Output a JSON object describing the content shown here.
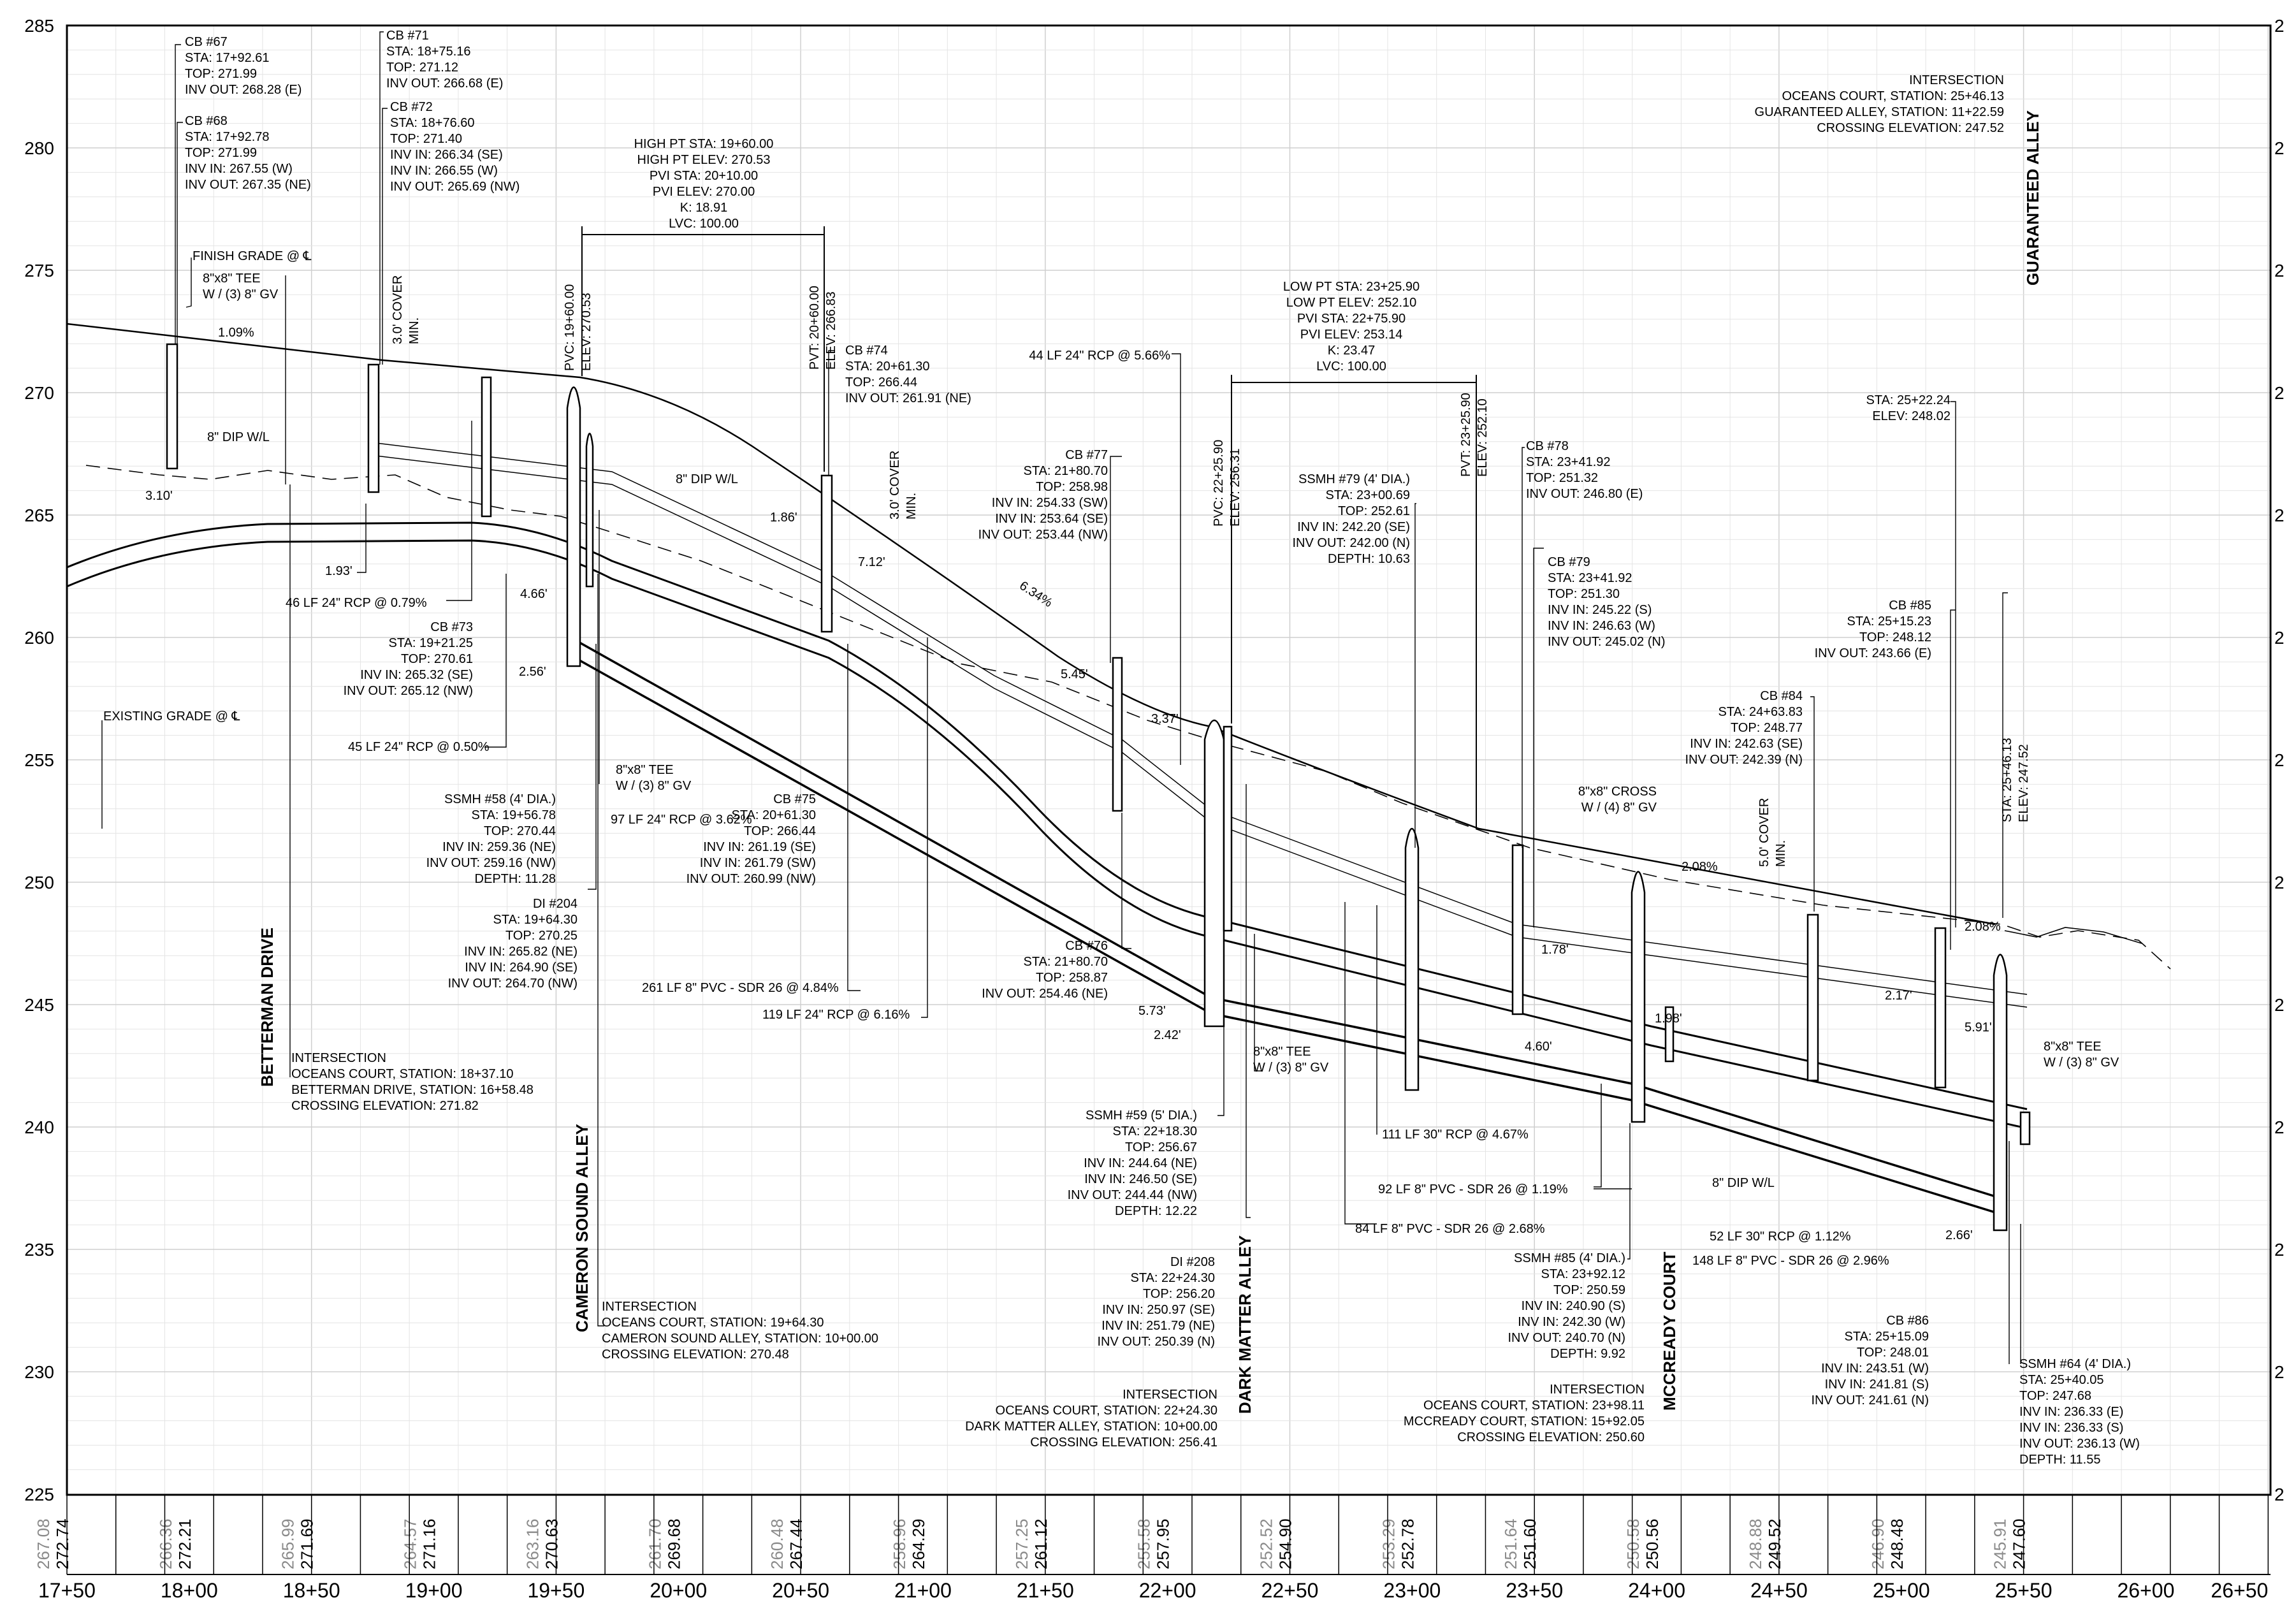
{
  "y_axis": {
    "labels": [
      "285",
      "280",
      "275",
      "270",
      "265",
      "260",
      "255",
      "250",
      "245",
      "240",
      "235",
      "230",
      "225"
    ],
    "right_labels": [
      "2",
      "2",
      "2",
      "2",
      "2",
      "2",
      "2",
      "2",
      "2",
      "2",
      "2",
      "2",
      "2"
    ]
  },
  "x_axis": {
    "labels": [
      "17+50",
      "18+00",
      "18+50",
      "19+00",
      "19+50",
      "20+00",
      "20+50",
      "21+00",
      "21+50",
      "22+00",
      "22+50",
      "23+00",
      "23+50",
      "24+00",
      "24+50",
      "25+00",
      "25+50",
      "26+00",
      "26+50"
    ]
  },
  "grade_readouts": [
    {
      "existing": "267.08",
      "proposed": "272.74"
    },
    {
      "existing": "266.36",
      "proposed": "272.21"
    },
    {
      "existing": "265.99",
      "proposed": "271.69"
    },
    {
      "existing": "264.57",
      "proposed": "271.16"
    },
    {
      "existing": "263.16",
      "proposed": "270.63"
    },
    {
      "existing": "261.70",
      "proposed": "269.68"
    },
    {
      "existing": "260.48",
      "proposed": "267.44"
    },
    {
      "existing": "258.96",
      "proposed": "264.29"
    },
    {
      "existing": "257.25",
      "proposed": "261.12"
    },
    {
      "existing": "255.58",
      "proposed": "257.95"
    },
    {
      "existing": "252.52",
      "proposed": "254.90"
    },
    {
      "existing": "253.29",
      "proposed": "252.78"
    },
    {
      "existing": "251.64",
      "proposed": "251.60"
    },
    {
      "existing": "250.58",
      "proposed": "250.56"
    },
    {
      "existing": "248.88",
      "proposed": "249.52"
    },
    {
      "existing": "246.90",
      "proposed": "248.48"
    },
    {
      "existing": "245.91",
      "proposed": "247.60"
    }
  ],
  "street_names": {
    "betterman": "BETTERMAN DRIVE",
    "cameron": "CAMERON SOUND ALLEY",
    "dark_matter": "DARK MATTER ALLEY",
    "mccready": "MCCREADY COURT",
    "guaranteed": "GUARANTEED ALLEY"
  },
  "annotations": {
    "cb67": [
      "CB #67",
      "STA: 17+92.61",
      "TOP: 271.99",
      "INV OUT: 268.28 (E)"
    ],
    "cb68": [
      "CB #68",
      "STA: 17+92.78",
      "TOP: 271.99",
      "INV IN: 267.55 (W)",
      "INV OUT: 267.35 (NE)"
    ],
    "cb71": [
      "CB #71",
      "STA: 18+75.16",
      "TOP: 271.12",
      "INV OUT: 266.68 (E)"
    ],
    "cb72": [
      "CB #72",
      "STA: 18+76.60",
      "TOP: 271.40",
      "INV IN: 266.34 (SE)",
      "INV IN: 266.55 (W)",
      "INV OUT: 265.69 (NW)"
    ],
    "finish_grade": [
      "FINISH GRADE @ ℄"
    ],
    "tee1": [
      "8\"x8\" TEE",
      "W / (3) 8\" GV"
    ],
    "pct109": [
      "1.09%"
    ],
    "dip1": [
      "8\" DIP W/L"
    ],
    "d310": [
      "3.10'"
    ],
    "d193": [
      "1.93'"
    ],
    "rcp46": [
      "46 LF 24\" RCP @ 0.79%"
    ],
    "cover1": [
      "3.0' COVER",
      "MIN."
    ],
    "existing_grade": [
      "EXISTING GRADE @ ℄"
    ],
    "cb73": [
      "CB #73",
      "STA: 19+21.25",
      "TOP: 270.61",
      "INV IN: 265.32 (SE)",
      "INV OUT: 265.12 (NW)"
    ],
    "rcp45": [
      "45 LF 24\" RCP @ 0.50%"
    ],
    "d466": [
      "4.66'"
    ],
    "d256": [
      "2.56'"
    ],
    "hp": [
      "HIGH PT STA: 19+60.00",
      "HIGH PT ELEV: 270.53",
      "PVI STA: 20+10.00",
      "PVI ELEV: 270.00",
      "K: 18.91",
      "LVC: 100.00"
    ],
    "pvc1": [
      "PVC: 19+60.00",
      "ELEV: 270.53"
    ],
    "pvt1": [
      "PVT: 20+60.00",
      "ELEV: 266.83"
    ],
    "cb74": [
      "CB #74",
      "STA: 20+61.30",
      "TOP: 266.44",
      "INV OUT: 261.91 (NE)"
    ],
    "rcp44": [
      "44 LF 24\" RCP @ 5.66%"
    ],
    "dip2": [
      "8\" DIP W/L"
    ],
    "d186": [
      "1.86'"
    ],
    "d712": [
      "7.12'"
    ],
    "cover2": [
      "3.0' COVER",
      "MIN."
    ],
    "pct634": [
      "6.34%"
    ],
    "tee2": [
      "8\"x8\" TEE",
      "W / (3) 8\" GV"
    ],
    "rcp97": [
      "97 LF 24\" RCP @ 3.62%"
    ],
    "ssmh58": [
      "SSMH #58 (4' DIA.)",
      "STA: 19+56.78",
      "TOP: 270.44",
      "INV IN: 259.36 (NE)",
      "INV OUT: 259.16 (NW)",
      "DEPTH: 11.28"
    ],
    "cb75": [
      "CB #75",
      "STA: 20+61.30",
      "TOP: 266.44",
      "INV IN: 261.19 (SE)",
      "INV IN: 261.79 (SW)",
      "INV OUT: 260.99 (NW)"
    ],
    "di204": [
      "DI #204",
      "STA: 19+64.30",
      "TOP: 270.25",
      "INV IN: 265.82 (NE)",
      "INV IN: 264.90 (SE)",
      "INV OUT: 264.70 (NW)"
    ],
    "pvc261": [
      "261 LF 8\" PVC - SDR 26 @ 4.84%"
    ],
    "rcp119": [
      "119 LF 24\" RCP @ 6.16%"
    ],
    "int_betterman": [
      "INTERSECTION",
      "OCEANS COURT, STATION: 18+37.10",
      "BETTERMAN DRIVE, STATION: 16+58.48",
      "CROSSING ELEVATION: 271.82"
    ],
    "int_cameron": [
      "INTERSECTION",
      "OCEANS COURT, STATION: 19+64.30",
      "CAMERON SOUND ALLEY, STATION: 10+00.00",
      "CROSSING ELEVATION: 270.48"
    ],
    "cb77": [
      "CB #77",
      "STA: 21+80.70",
      "TOP: 258.98",
      "INV IN: 254.33 (SW)",
      "INV IN: 253.64 (SE)",
      "INV OUT: 253.44 (NW)"
    ],
    "d545": [
      "5.45'"
    ],
    "d337": [
      "3.37'"
    ],
    "cb76": [
      "CB #76",
      "STA: 21+80.70",
      "TOP: 258.87",
      "INV OUT: 254.46 (NE)"
    ],
    "d573": [
      "5.73'"
    ],
    "d242": [
      "2.42'"
    ],
    "ssmh59": [
      "SSMH #59 (5' DIA.)",
      "STA: 22+18.30",
      "TOP: 256.67",
      "INV IN: 244.64 (NE)",
      "INV IN: 246.50 (SE)",
      "INV OUT: 244.44 (NW)",
      "DEPTH: 12.22"
    ],
    "di208": [
      "DI #208",
      "STA: 22+24.30",
      "TOP: 256.20",
      "INV IN: 250.97 (SE)",
      "INV IN: 251.79 (NE)",
      "INV OUT: 250.39 (N)"
    ],
    "int_dark": [
      "INTERSECTION",
      "OCEANS COURT, STATION: 22+24.30",
      "DARK MATTER ALLEY, STATION: 10+00.00",
      "CROSSING ELEVATION: 256.41"
    ],
    "pvc2": [
      "PVC: 22+25.90",
      "ELEV: 256.31"
    ],
    "lp": [
      "LOW PT STA: 23+25.90",
      "LOW PT ELEV: 252.10",
      "PVI STA: 22+75.90",
      "PVI ELEV: 253.14",
      "K: 23.47",
      "LVC: 100.00"
    ],
    "pvt2": [
      "PVT: 23+25.90",
      "ELEV: 252.10"
    ],
    "ssmh79": [
      "SSMH #79 (4' DIA.)",
      "STA: 23+00.69",
      "TOP: 252.61",
      "INV IN: 242.20 (SE)",
      "INV OUT: 242.00 (N)",
      "DEPTH: 10.63"
    ],
    "tee3": [
      "8\"x8\" TEE",
      "W / (3) 8\" GV"
    ],
    "rcp111": [
      "111 LF 30\" RCP @ 4.67%"
    ],
    "pvc92": [
      "92 LF 8\" PVC - SDR 26 @ 1.19%"
    ],
    "pvc84": [
      "84 LF 8\" PVC - SDR 26 @ 2.68%"
    ],
    "cb78": [
      "CB #78",
      "STA: 23+41.92",
      "TOP: 251.32",
      "INV OUT: 246.80 (E)"
    ],
    "cb79": [
      "CB #79",
      "STA: 23+41.92",
      "TOP: 251.30",
      "INV IN: 245.22 (S)",
      "INV IN: 246.63 (W)",
      "INV OUT: 245.02 (N)"
    ],
    "d178": [
      "1.78'"
    ],
    "d460": [
      "4.60'"
    ],
    "d198": [
      "1.98'"
    ],
    "cross": [
      "8\"x8\" CROSS",
      "W / (4) 8\" GV"
    ],
    "cb84": [
      "CB #84",
      "STA: 24+63.83",
      "TOP: 248.77",
      "INV IN: 242.63 (SE)",
      "INV OUT: 242.39 (N)"
    ],
    "cover3": [
      "5.0' COVER",
      "MIN."
    ],
    "pct208a": [
      "2.08%"
    ],
    "pct208b": [
      "2.08%"
    ],
    "ssmh85": [
      "SSMH #85 (4' DIA.)",
      "STA: 23+92.12",
      "TOP: 250.59",
      "INV IN: 240.90 (S)",
      "INV IN: 242.30 (W)",
      "INV OUT: 240.70 (N)",
      "DEPTH: 9.92"
    ],
    "int_mccready": [
      "INTERSECTION",
      "OCEANS COURT, STATION: 23+98.11",
      "MCCREADY COURT, STATION: 15+92.05",
      "CROSSING ELEVATION: 250.60"
    ],
    "dip3": [
      "8\" DIP W/L"
    ],
    "rcp52": [
      "52 LF 30\" RCP @ 1.12%"
    ],
    "pvc148": [
      "148 LF 8\" PVC - SDR 26 @ 2.96%"
    ],
    "d266": [
      "2.66'"
    ],
    "d217": [
      "2.17'"
    ],
    "d591": [
      "5.91'"
    ],
    "tee4": [
      "8\"x8\" TEE",
      "W / (3) 8\" GV"
    ],
    "cb85": [
      "CB #85",
      "STA: 25+15.23",
      "TOP: 248.12",
      "INV OUT: 243.66 (E)"
    ],
    "sta2522": [
      "STA: 25+22.24",
      "ELEV: 248.02"
    ],
    "int_guaranteed": [
      "INTERSECTION",
      "OCEANS COURT, STATION: 25+46.13",
      "GUARANTEED ALLEY, STATION: 11+22.59",
      "CROSSING ELEVATION: 247.52"
    ],
    "sta2546": [
      "STA: 25+46.13",
      "ELEV: 247.52"
    ],
    "cb86": [
      "CB #86",
      "STA: 25+15.09",
      "TOP: 248.01",
      "INV IN: 243.51 (W)",
      "INV IN: 241.81 (S)",
      "INV OUT: 241.61 (N)"
    ],
    "ssmh64": [
      "SSMH #64 (4' DIA.)",
      "STA: 25+40.05",
      "TOP: 247.68",
      "INV IN: 236.33 (E)",
      "INV IN: 236.33 (S)",
      "INV OUT: 236.13 (W)",
      "DEPTH: 11.55"
    ]
  }
}
